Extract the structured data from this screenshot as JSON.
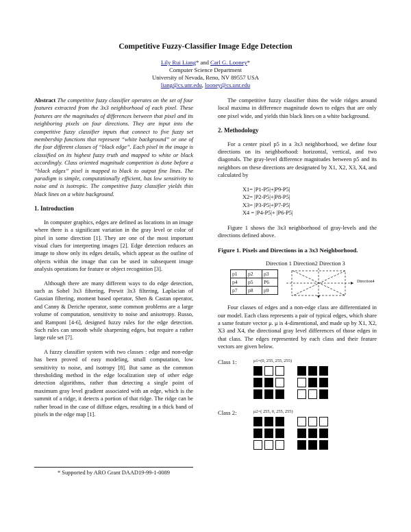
{
  "title": "Competitive Fuzzy-Classifier Image Edge Detection",
  "authors": {
    "a1": "Lily Rui Liang",
    "mid": "* and ",
    "a2": "Carl G. Looney",
    "star": "*",
    "dept": "Computer Science Department",
    "univ": "University of Nevada, Reno, NV 89557 USA",
    "e1": "liang@cs.unr.edu",
    "sep": ", ",
    "e2": "looney@cs.unr.edu"
  },
  "abstract": {
    "label": "Abstract",
    "text": " The competitive fuzzy classifier operates on the set of four features extracted from the 3x3 neighborhood of each pixel. These features are the magnitudes of differences between that pixel and its neighboring pixels on four directions. They are input into the competitive fuzzy classifier inputs that connect to five fuzzy set membership functions that represent “white background” or one of the four different classes of “black edge”. Each pixel in the image is classified on its highest fuzzy truth and mapped to white or black accordingly. Class oriented magnitude competition is done before a “black edges” pixel is mapped to black to output fine lines. The paradigm is simple, computationally efficient, has low sensitivity to noise and is isotropic. The competitive fuzzy classifier yields thin black lines on a white background."
  },
  "intro": {
    "heading": "1. Introduction",
    "p1": "In computer graphics, edges are defined as locations in an image where there is a significant variation in the gray level or color of pixel in some direction [1]. They are one of the most important visual clues for interpreting images [2]. Edge detection reduces an image to show only its edges details, which appear as the outline of objects within the image that can be used in subsequent image analysis operations for feature or object recognition [3].",
    "p2": "Although there are many different ways to do edge detection, such as Sobel 3x3 filtering, Prewit 3x3 filtering, Laplacian of Gausian filtering, moment based operator, Shen & Castan operator, and Canny & Deriche operator, some common problems are a large volume of computation, sensitivity to noise and anisotropy. Russo, and Ramponi [4-6], designed fuzzy rules for the edge detection. Such rules can smooth while sharpening edges, but require a rather large rule set [7].",
    "p3": "A fuzzy classifier system with two classes : edge and non-edge has been proved of easy modeling, small computation, low sensitivity to noise, and isotropy [8]. But same as the common thresholding method in the edge localization step of other edge detection algorithms, rather than detecting a single point of maximum gray level gradient associated with an edge, which is the summit of a ridge, it detects a portion of that ridge. The ridge can be rather broad in the case of diffuse edges, resulting in a thick band of pixels in the edge map [1]."
  },
  "footnote": "* Supported by ARO Grant DAAD19-99-1-0089",
  "right": {
    "p1": "The competitive fuzzy classifier thins the wide ridges around local maxima in difference magnitude down to edges that are only one pixel wide, and yields thin black lines on a white background.",
    "heading": "2. Methodology",
    "p2": "For a center pixel p5 in a 3x3 neighborhood, we define four directions on its neighborhood: horizontal, vertical, and two diagonals. The gray-level difference magnitudes between p5 and its neighbors on these directions are designated by X1, X2, X3, X4, and calculated by",
    "eq1": "X1= |P1-P5|+|P9-P5|",
    "eq2": "X2= |P2-P5|+|P8-P5|",
    "eq3": "X3= |P3-P5|+|P7-P5|",
    "eq4": "X4 = |P4-P5|+ |P6-P5|",
    "p3": "Figure 1 shows the 3x3 neighborhood of gray-levels and the directions defined above.",
    "figcap": "Figure 1. Pixels and Directions in a 3x3 Neighborhood.",
    "dirs": "Direction 1 Direction2  Direction  3",
    "dir4": "Direction4",
    "cells": [
      "p1",
      "p2",
      "p3",
      "p4",
      "p5",
      "P6",
      "p7",
      "p8",
      "p9"
    ],
    "p4": "Four classes of edges and a non-edge class are differentiated in our model. Each class represents a pair of typical edges, which share a same feature vector μ. μ is 4-dimentional, and made up by X1, X2, X3 and X4, the directional gray level differences of those edges in that class. The edges represented by each class and their feature vectors are given below.",
    "class1": "Class 1:",
    "mu1": "μ1=(0, 255, 255, 255)",
    "class2": "Class 2:",
    "mu2": "μ2=( 255, 0, 255, 255)"
  }
}
